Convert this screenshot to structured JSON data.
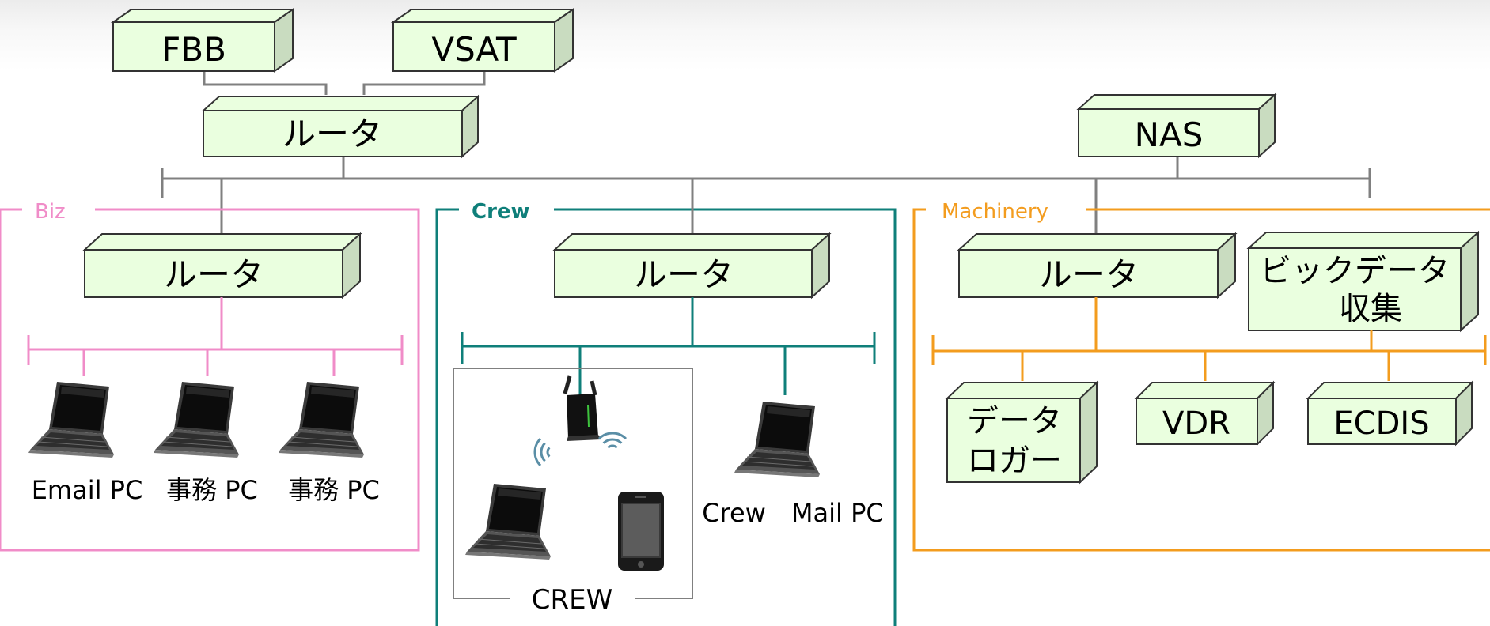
{
  "top": {
    "fbb": "FBB",
    "vsat": "VSAT",
    "router": "ルータ",
    "nas": "NAS"
  },
  "biz": {
    "title": "Biz",
    "router": "ルータ",
    "pcs": [
      "Email PC",
      "事務 PC",
      "事務 PC"
    ]
  },
  "crew": {
    "title": "Crew",
    "router": "ルータ",
    "wifi_group": "CREW",
    "mail_pc": "Crew　Mail PC"
  },
  "machinery": {
    "title": "Machinery",
    "router": "ルータ",
    "bigdata": [
      "ビックデータ",
      "収集"
    ],
    "logger": [
      "データ",
      "ロガー"
    ],
    "vdr": "VDR",
    "ecdis": "ECDIS"
  },
  "colors": {
    "box_fill": "#eaffdf",
    "box_side": "#c9dcc0",
    "box_stroke": "#333333",
    "backbone": "#808080",
    "biz": "#f08cc8",
    "crew": "#0f7f7a",
    "machinery": "#f39c1e"
  },
  "icons": [
    "laptop-icon",
    "wifi-router-icon",
    "wifi-signal-icon",
    "smartphone-icon"
  ]
}
